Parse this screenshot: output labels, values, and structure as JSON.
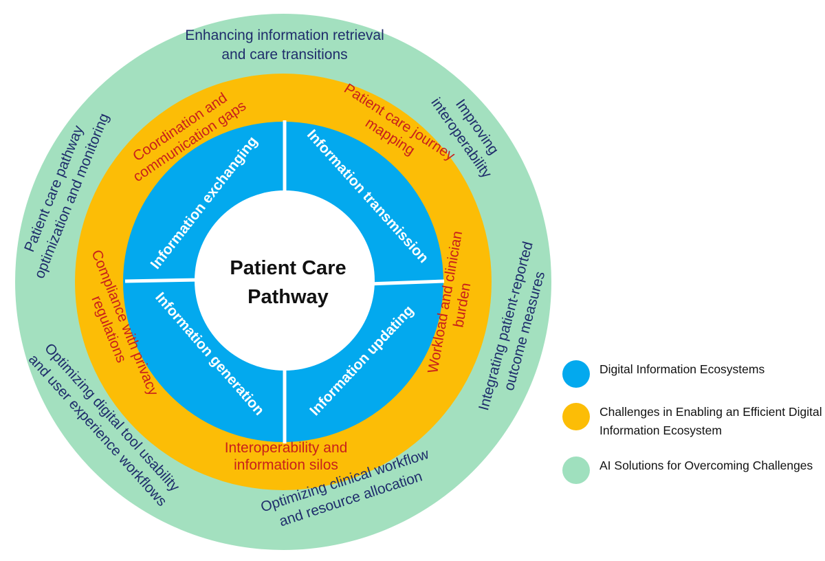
{
  "diagram": {
    "center": {
      "lines": [
        "Patient Care",
        "Pathway"
      ]
    },
    "inner_ring": [
      "Information exchanging",
      "Information transmission",
      "Information updating",
      "Information generation"
    ],
    "middle_ring": {
      "top_left": [
        "Coordination and",
        "communication gaps"
      ],
      "top_right": [
        "Patient care journey",
        "mapping"
      ],
      "right": [
        "Workload and clinician",
        "burden"
      ],
      "bottom": [
        "Interoperability and",
        "information silos"
      ],
      "left": [
        "Compliance with privacy",
        "regulations"
      ]
    },
    "outer_ring": {
      "top": [
        "Enhancing information retrieval",
        "and care transitions"
      ],
      "top_right": [
        "Improving",
        "interoperability"
      ],
      "right": [
        "Integrating patient-reported",
        "outcome measures"
      ],
      "bottom": [
        "Optimizing clinical workflow",
        "and resource allocation"
      ],
      "bottom_left": [
        "Optimizing digital tool usability",
        "and user experience workflows"
      ],
      "left": [
        "Patient care pathway",
        "optimization and monitoring"
      ]
    }
  },
  "legend": [
    {
      "label": "Digital Information Ecosystems",
      "color": "#03a9ee"
    },
    {
      "label": "Challenges in Enabling an Efficient Digital Information Ecosystem",
      "color": "#fcbd06"
    },
    {
      "label": "AI Solutions for Overcoming Challenges",
      "color": "#9fe0be"
    }
  ],
  "colors": {
    "outer_ring": "#a3e0bf",
    "middle_ring": "#fcbd06",
    "inner_ring": "#03a9ee",
    "center": "#ffffff",
    "green_text": "#1f2d6b",
    "orange_text": "#c8201b"
  }
}
